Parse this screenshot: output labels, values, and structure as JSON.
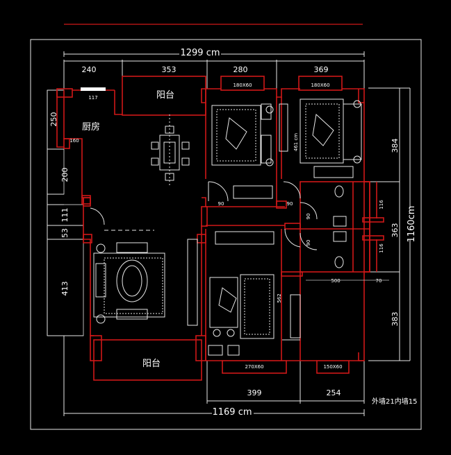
{
  "colors": {
    "background": "#000000",
    "wall": "#d01818",
    "line": "#e8e8e8"
  },
  "dimensions": {
    "top_total": "1299 cm",
    "top_segments": [
      "240",
      "353",
      "280",
      "369"
    ],
    "bottom_total": "1169 cm",
    "bottom_segments": [
      "399",
      "254"
    ],
    "left_segments": [
      "250",
      "200",
      "111",
      "53",
      "413"
    ],
    "right_total": "1160cm",
    "right_segments": [
      "384",
      "363",
      "383"
    ],
    "right_small": [
      "116",
      "116"
    ],
    "small_a": "117",
    "small_b": "160",
    "d90": "90",
    "d461": "461 cm",
    "d562": "562",
    "d70": "70",
    "d500": "500"
  },
  "rooms": {
    "balcony_top": "阳台",
    "balcony_bottom": "阳台",
    "kitchen": "厨房"
  },
  "windows": {
    "w1": "180X60",
    "w2": "180X60",
    "w3": "270X60",
    "w4": "150X60"
  },
  "note": "外墙21内墙15"
}
